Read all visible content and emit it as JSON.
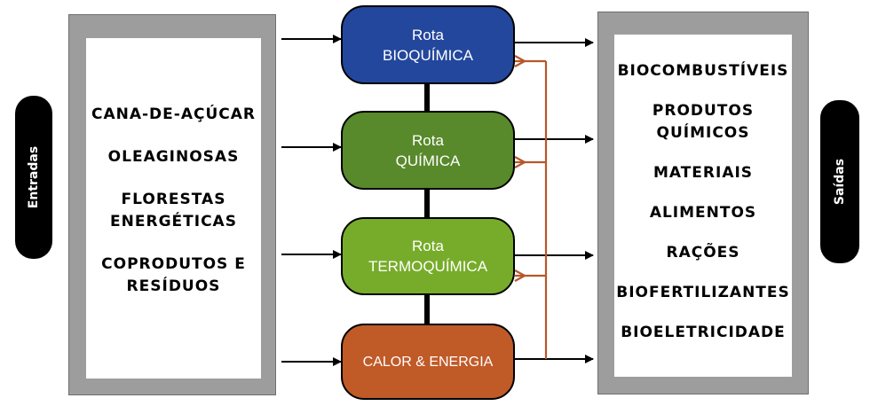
{
  "entradas": {
    "label": "Entradas",
    "items": [
      [
        "CANA-DE-AÇÚCAR"
      ],
      [
        "OLEAGINOSAS"
      ],
      [
        "FLORESTAS",
        "ENERGÉTICAS"
      ],
      [
        "COPRODUTOS E",
        "RESÍDUOS"
      ]
    ]
  },
  "rotas": [
    {
      "line1": "Rota",
      "line2": "BIOQUÍMICA",
      "color": "#23479c"
    },
    {
      "line1": "Rota",
      "line2": "QUÍMICA",
      "color": "#58892b"
    },
    {
      "line1": "Rota",
      "line2": "TERMOQUÍMICA",
      "color": "#77ac2a"
    },
    {
      "line1": "CALOR & ENERGIA",
      "line2": "",
      "color": "#c05a27"
    }
  ],
  "saidas": {
    "label": "Saídas",
    "items": [
      [
        "BIOCOMBUSTÍVEIS"
      ],
      [
        "PRODUTOS",
        "QUÍMICOS"
      ],
      [
        "MATERIAIS"
      ],
      [
        "ALIMENTOS"
      ],
      [
        "RAÇÕES"
      ],
      [
        "BIOFERTILIZANTES"
      ],
      [
        "BIOELETRICIDADE"
      ]
    ]
  },
  "colors": {
    "feedback": "#b5582a",
    "panel": "#9d9d9d"
  }
}
